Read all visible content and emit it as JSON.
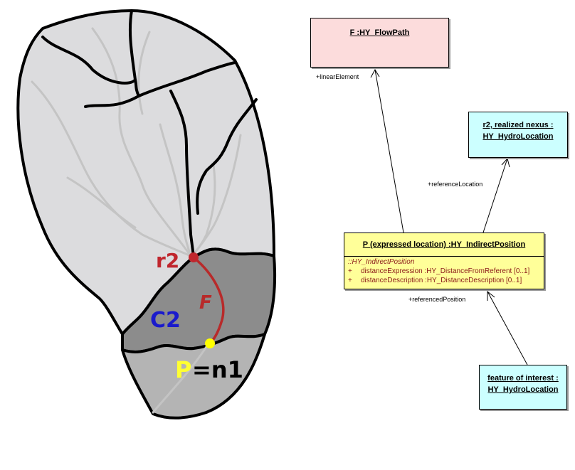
{
  "map": {
    "label_r2": "r2",
    "label_f": "F",
    "label_c2": "C2",
    "label_p": "P",
    "label_eq_n1": "=n1",
    "colors": {
      "catchment_light": "#dcdcde",
      "catchment_c2": "#8c8c8c",
      "catchment_lower": "#b4b4b4",
      "stream_gray": "#c4c4c4",
      "flowpath_red": "#b82a2a",
      "node_red": "#c0262d",
      "node_yellow": "#ffff00",
      "label_blue": "#1a1acc",
      "label_yellow": "#ffff33"
    }
  },
  "uml": {
    "flowpath": {
      "title": "F :HY_FlowPath",
      "fill": "#fcdcdc"
    },
    "realized_nexus": {
      "title_line1": "r2, realized nexus :",
      "title_line2": "HY_HydroLocation",
      "fill": "#ccffff"
    },
    "indirect_position": {
      "title": "P (expressed location) :HY_IndirectPosition",
      "stereotype": "::HY_IndirectPosition",
      "attributes": [
        {
          "vis": "+",
          "text": "distanceExpression  :HY_DistanceFromReferent [0..1]"
        },
        {
          "vis": "+",
          "text": "distanceDescription  :HY_DistanceDescription [0..1]"
        }
      ],
      "fill": "#ffff99"
    },
    "feature_of_interest": {
      "title_line1": "feature of interest  :",
      "title_line2": "HY_HydroLocation",
      "fill": "#ccffff"
    },
    "roles": {
      "linear_element": "+linearElement",
      "reference_location": "+referenceLocation",
      "referenced_position": "+referencedPosition"
    }
  }
}
